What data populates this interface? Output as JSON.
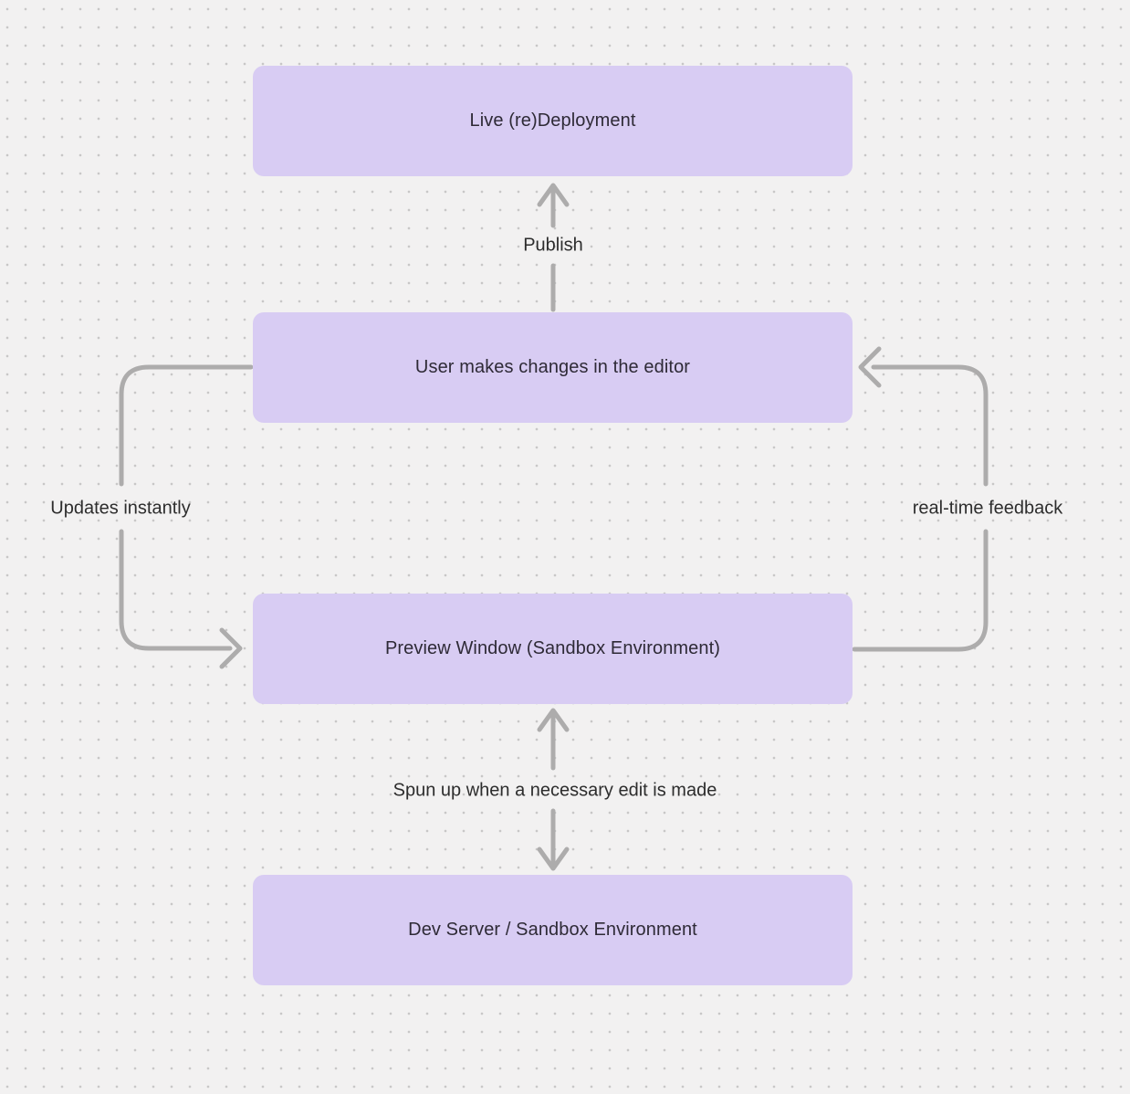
{
  "diagram": {
    "type": "flowchart",
    "nodes": [
      {
        "id": "live-redeployment",
        "label": "Live (re)Deployment"
      },
      {
        "id": "user-editor-changes",
        "label": "User makes changes in the editor"
      },
      {
        "id": "preview-window",
        "label": "Preview Window (Sandbox Environment)"
      },
      {
        "id": "dev-server",
        "label": "Dev Server / Sandbox Environment"
      }
    ],
    "edges": [
      {
        "id": "publish",
        "from": "user-editor-changes",
        "to": "live-redeployment",
        "label": "Publish",
        "shape": "straight-up"
      },
      {
        "id": "updates-instantly",
        "from": "user-editor-changes",
        "to": "preview-window",
        "label": "Updates instantly",
        "shape": "left-loop"
      },
      {
        "id": "real-time-feedback",
        "from": "preview-window",
        "to": "user-editor-changes",
        "label": "real-time feedback",
        "shape": "right-loop"
      },
      {
        "id": "spun-up",
        "from": "preview-window",
        "to": "dev-server",
        "label": "Spun up when a necessary edit is made",
        "shape": "bidirectional-vertical"
      }
    ],
    "colors": {
      "background": "#f2f1f1",
      "grid_dot": "#c8c7c7",
      "node_fill": "#d8ccf3",
      "node_text": "#2e2a36",
      "arrow": "#adacac",
      "label_text": "#2d2d2d"
    }
  }
}
